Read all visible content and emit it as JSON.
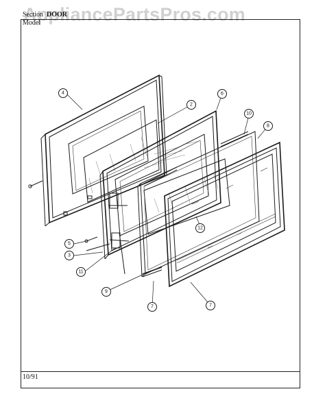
{
  "header": {
    "section_label": "Section",
    "section_value": "DOOR",
    "model_label": "Model"
  },
  "watermark": "AppliancePartsPros.com",
  "footer": {
    "date": "10/91"
  },
  "callouts": [
    {
      "id": "c4",
      "label": "4"
    },
    {
      "id": "c2",
      "label": "2"
    },
    {
      "id": "c6",
      "label": "6"
    },
    {
      "id": "c10",
      "label": "10"
    },
    {
      "id": "c8",
      "label": "8"
    },
    {
      "id": "c12",
      "label": "12"
    },
    {
      "id": "c5",
      "label": "5"
    },
    {
      "id": "c3",
      "label": "3"
    },
    {
      "id": "c11",
      "label": "11"
    },
    {
      "id": "c9",
      "label": "9"
    },
    {
      "id": "c7a",
      "label": "7"
    },
    {
      "id": "c7b",
      "label": "7"
    }
  ]
}
